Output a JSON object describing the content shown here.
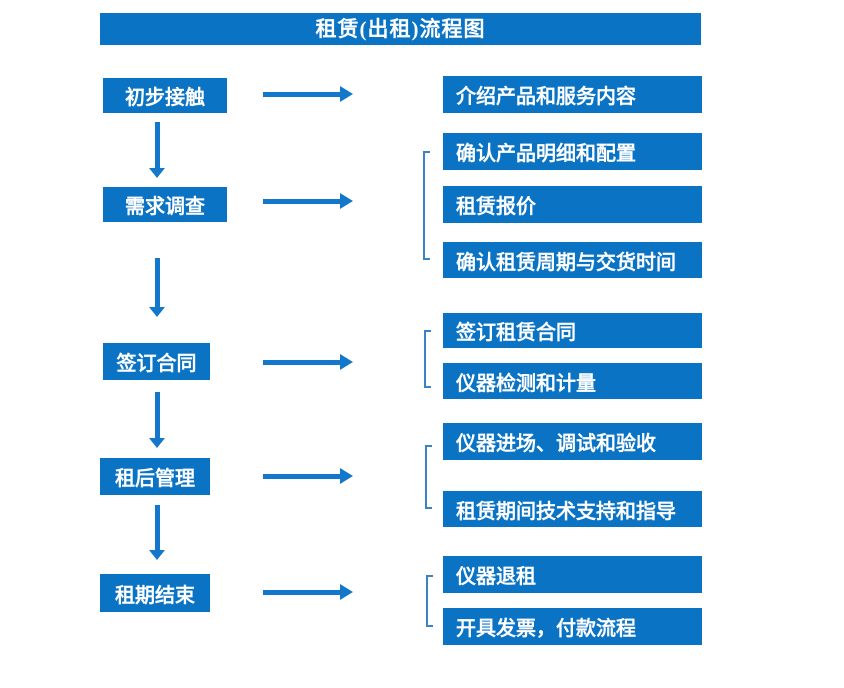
{
  "title": "租赁(出租)流程图",
  "colors": {
    "box": "#0b73c4",
    "arrow": "#1377cb",
    "bracket": "#3c83c6",
    "boxtext": "#ffffff",
    "bg": "#ffffff"
  },
  "steps": [
    {
      "label": "初步接触",
      "outputs": [
        "介绍产品和服务内容"
      ]
    },
    {
      "label": "需求调查",
      "outputs": [
        "确认产品明细和配置",
        "租赁报价",
        "确认租赁周期与交货时间"
      ]
    },
    {
      "label": "签订合同",
      "outputs": [
        "签订租赁合同",
        "仪器检测和计量"
      ]
    },
    {
      "label": "租后管理",
      "outputs": [
        "仪器进场、调试和验收",
        "租赁期间技术支持和指导"
      ]
    },
    {
      "label": "租期结束",
      "outputs": [
        "仪器退租",
        "开具发票，付款流程"
      ]
    }
  ]
}
